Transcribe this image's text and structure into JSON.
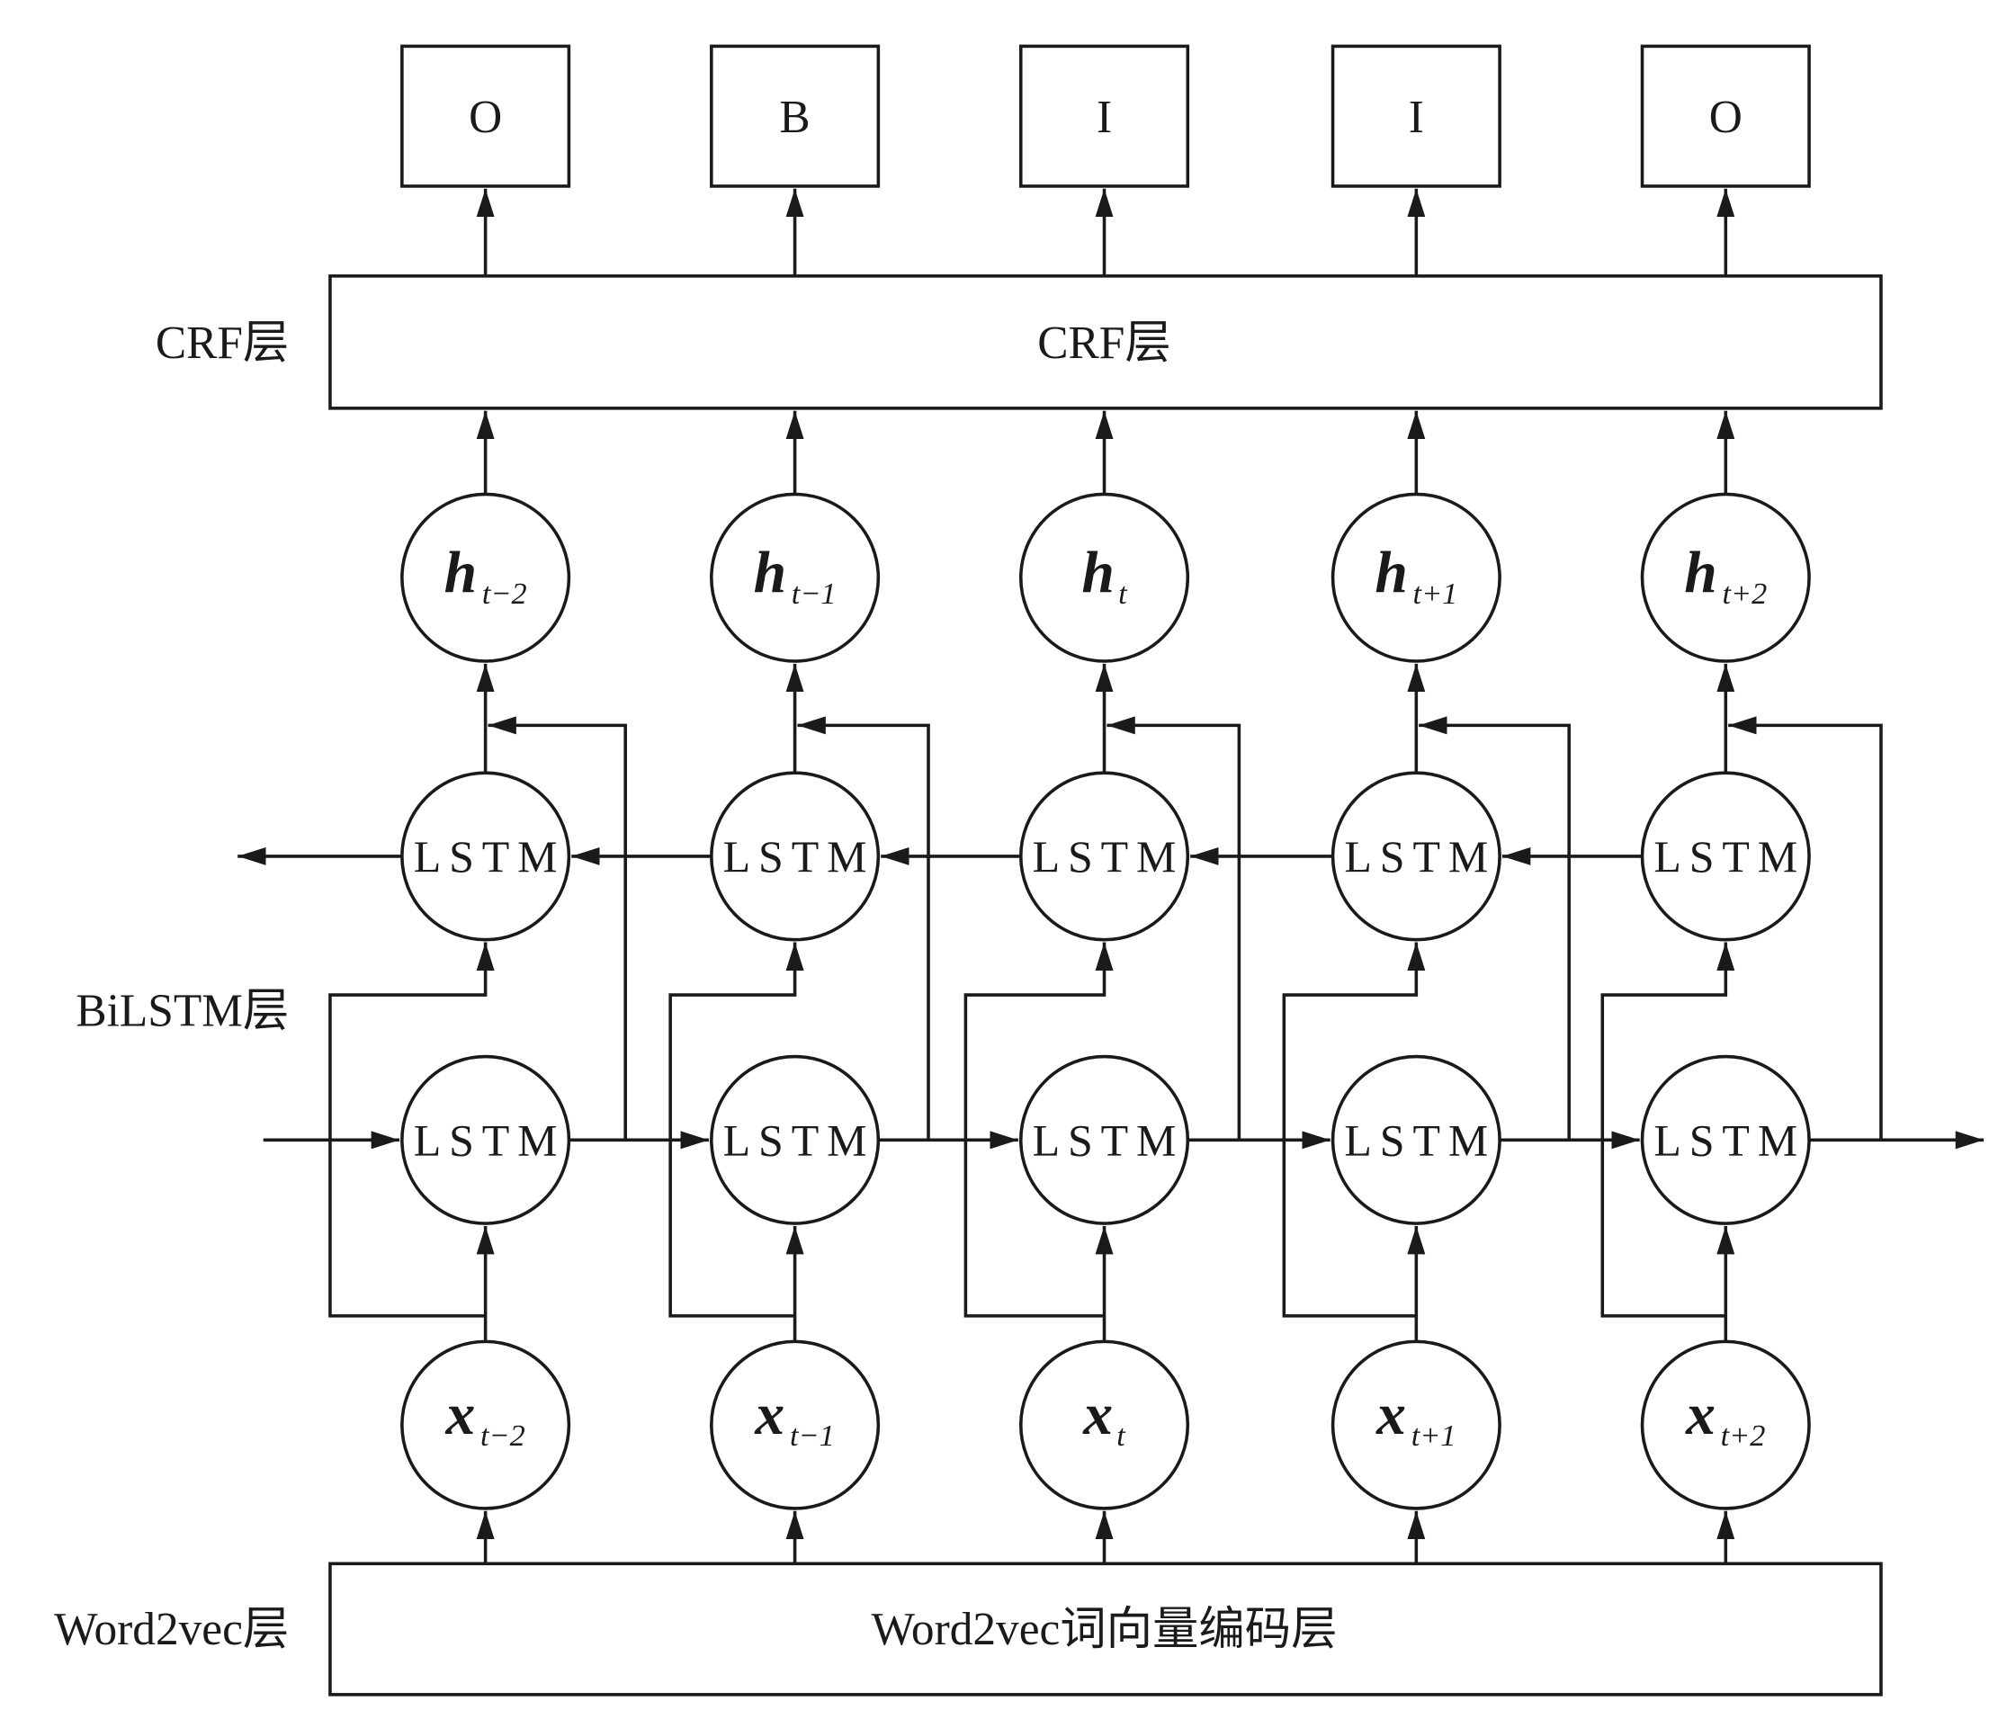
{
  "diagram": {
    "output_tags": [
      "O",
      "B",
      "I",
      "I",
      "O"
    ],
    "crf": {
      "side_label": "CRF层",
      "box_label": "CRF层"
    },
    "hidden_states": [
      {
        "base": "h",
        "sub": "t−2"
      },
      {
        "base": "h",
        "sub": "t−1"
      },
      {
        "base": "h",
        "sub": "t"
      },
      {
        "base": "h",
        "sub": "t+1"
      },
      {
        "base": "h",
        "sub": "t+2"
      }
    ],
    "bilstm": {
      "side_label": "BiLSTM层",
      "backward_cells": [
        "LSTM",
        "LSTM",
        "LSTM",
        "LSTM",
        "LSTM"
      ],
      "forward_cells": [
        "LSTM",
        "LSTM",
        "LSTM",
        "LSTM",
        "LSTM"
      ]
    },
    "inputs": [
      {
        "base": "x",
        "sub": "t−2"
      },
      {
        "base": "x",
        "sub": "t−1"
      },
      {
        "base": "x",
        "sub": "t"
      },
      {
        "base": "x",
        "sub": "t+1"
      },
      {
        "base": "x",
        "sub": "t+2"
      }
    ],
    "word2vec": {
      "side_label": "Word2vec层",
      "box_label": "Word2vec词向量编码层"
    }
  },
  "colors": {
    "stroke": "#1a1a1a",
    "background": "#ffffff"
  }
}
